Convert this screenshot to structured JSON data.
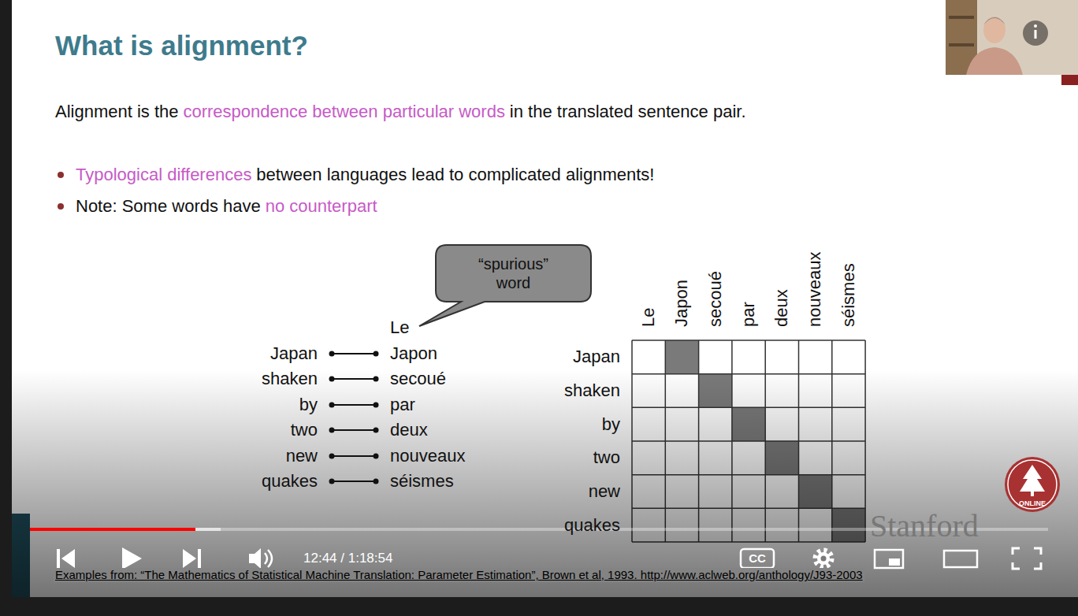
{
  "diagram": {
    "title": "What is alignment?",
    "nodes": [
      {
        "text": [
          "“spurious” word"
        ]
      },
      {
        "text": [
          "Le"
        ]
      },
      {
        "text": [
          "Japan"
        ]
      },
      {
        "text": [
          "Japon"
        ]
      },
      {
        "text": [
          "shaken"
        ]
      },
      {
        "text": [
          "secoué"
        ]
      },
      {
        "text": [
          "by"
        ]
      },
      {
        "text": [
          "par"
        ]
      },
      {
        "text": [
          "two"
        ]
      },
      {
        "text": [
          "deux"
        ]
      },
      {
        "text": [
          "new"
        ]
      },
      {
        "text": [
          "nouveaux"
        ]
      },
      {
        "text": [
          "quakes"
        ]
      },
      {
        "text": [
          "séismes"
        ]
      }
    ],
    "edges": [
      {
        "from": 2,
        "to": 3,
        "arrow": "none"
      },
      {
        "from": 4,
        "to": 5,
        "arrow": "none"
      },
      {
        "from": 6,
        "to": 7,
        "arrow": "none"
      },
      {
        "from": 8,
        "to": 9,
        "arrow": "none"
      },
      {
        "from": 10,
        "to": 11,
        "arrow": "none"
      },
      {
        "from": 12,
        "to": 13,
        "arrow": "none"
      }
    ],
    "labels": [
      "Alignment is the",
      "correspondence between particular words",
      "in the translated sentence pair.",
      "Typological differences",
      "between languages lead to complicated alignments!",
      "Note: Some words have",
      "no counterpart",
      "Le",
      "Japon",
      "secoué",
      "par",
      "deux",
      "nouveaux",
      "séismes",
      "Japan",
      "shaken",
      "by",
      "two",
      "new",
      "quakes",
      "Stanford",
      "ONLINE",
      "Examples from: “The Mathematics of Statistical Machine Translation: Parameter Estimation”, Brown et al, 1993. http://www.aclweb.org/anthology/J93-2003",
      "12:44 / 1:18:54",
      "CC"
    ]
  }
}
